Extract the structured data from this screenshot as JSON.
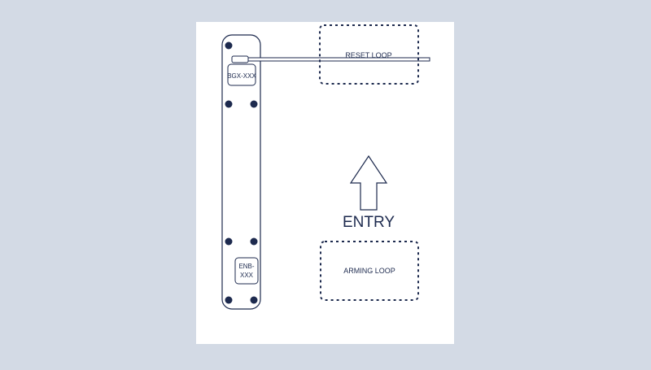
{
  "colors": {
    "background": "#d3dae5",
    "panel": "#ffffff",
    "ink": "#1d2a4e"
  },
  "equipment": {
    "barrier_label": "BGX-XXX",
    "board_label_line1": "ENB-",
    "board_label_line2": "XXX"
  },
  "loops": {
    "reset_label": "RESET LOOP",
    "arming_label": "ARMING LOOP"
  },
  "direction": {
    "label": "ENTRY",
    "icon": "arrow-up-icon"
  }
}
